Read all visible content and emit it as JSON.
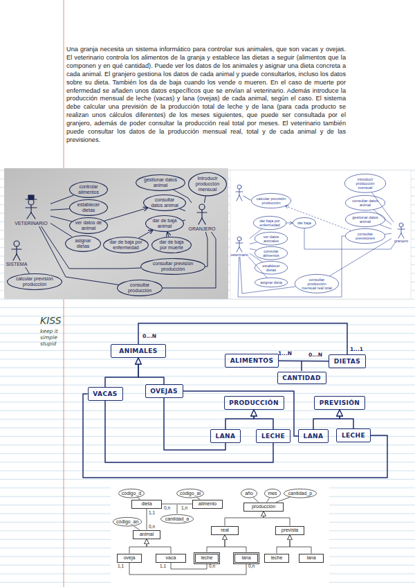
{
  "diagram": {
    "nodes": [
      {
        "text": [
          "VETERINARIO"
        ]
      },
      {
        "text": [
          "controlar alimentos"
        ]
      },
      {
        "text": [
          "establecer dietas"
        ]
      },
      {
        "text": [
          "ver datos de animal"
        ]
      },
      {
        "text": [
          "asignar dietas"
        ]
      },
      {
        "text": [
          "gestionar datos animal"
        ]
      },
      {
        "text": [
          "consultar datos animal"
        ]
      },
      {
        "text": [
          "Introducir producción mensual"
        ]
      },
      {
        "text": [
          "dar de baja animal"
        ]
      },
      {
        "text": [
          "GRANJERO"
        ]
      },
      {
        "text": [
          "dar de baja por enfermedad"
        ]
      },
      {
        "text": [
          "dar de baja por muerte"
        ]
      },
      {
        "text": [
          "consultar previsión producción"
        ]
      },
      {
        "text": [
          "SISTEMA"
        ]
      },
      {
        "text": [
          "calcular previsión producción"
        ]
      },
      {
        "text": [
          "consultar producción"
        ]
      },
      {
        "text": [
          "calcular previsión producción"
        ]
      },
      {
        "text": [
          "introducir producción mensual"
        ]
      },
      {
        "text": [
          "consultar datos animal"
        ]
      },
      {
        "text": [
          "gestionar datos animal"
        ]
      },
      {
        "text": [
          "dar baja por enfermedad"
        ]
      },
      {
        "text": [
          "dar baja"
        ]
      },
      {
        "text": [
          "consultar previsiones"
        ]
      },
      {
        "text": [
          "veterinario"
        ]
      },
      {
        "text": [
          "ver datos animales"
        ]
      },
      {
        "text": [
          "controlar alimentos"
        ]
      },
      {
        "text": [
          "establecer dietas"
        ]
      },
      {
        "text": [
          "asignar dieta"
        ]
      },
      {
        "text": [
          "granjero"
        ]
      },
      {
        "text": [
          "consultar producción mensual real total"
        ]
      },
      {
        "text": [
          "ANIMALES"
        ]
      },
      {
        "text": [
          "ALIMENTOS"
        ]
      },
      {
        "text": [
          "DIETAS"
        ]
      },
      {
        "text": [
          "CANTIDAD"
        ]
      },
      {
        "text": [
          "VACAS"
        ]
      },
      {
        "text": [
          "OVEJAS"
        ]
      },
      {
        "text": [
          "PRODUCCIÓN"
        ]
      },
      {
        "text": [
          "PREVISIÓN"
        ]
      },
      {
        "text": [
          "LANA"
        ]
      },
      {
        "text": [
          "LECHE"
        ]
      },
      {
        "text": [
          "LANA"
        ]
      },
      {
        "text": [
          "LECHE"
        ]
      },
      {
        "text": [
          "código_d"
        ]
      },
      {
        "text": [
          "código_al"
        ]
      },
      {
        "text": [
          "dieta"
        ]
      },
      {
        "text": [
          "alimento"
        ]
      },
      {
        "text": [
          "cantidad_a"
        ]
      },
      {
        "text": [
          "código_an"
        ]
      },
      {
        "text": [
          "animal"
        ]
      },
      {
        "text": [
          "oveja"
        ]
      },
      {
        "text": [
          "vaca"
        ]
      },
      {
        "text": [
          "año"
        ]
      },
      {
        "text": [
          "mes"
        ]
      },
      {
        "text": [
          "cantidad_p"
        ]
      },
      {
        "text": [
          "producción"
        ]
      },
      {
        "text": [
          "real"
        ]
      },
      {
        "text": [
          "prevista"
        ]
      },
      {
        "text": [
          "leche"
        ]
      },
      {
        "text": [
          "lana"
        ]
      },
      {
        "text": [
          "leche"
        ]
      },
      {
        "text": [
          "lana"
        ]
      }
    ],
    "edges": [
      {
        "from": 0,
        "to": 1,
        "arrow": "none"
      },
      {
        "from": 0,
        "to": 2,
        "arrow": "none"
      },
      {
        "from": 0,
        "to": 3,
        "arrow": "none"
      },
      {
        "from": 0,
        "to": 4,
        "arrow": "none"
      },
      {
        "from": 0,
        "to": 15,
        "arrow": "none"
      },
      {
        "from": 0,
        "to": 12,
        "arrow": "none"
      },
      {
        "from": 9,
        "to": 5,
        "arrow": "none"
      },
      {
        "from": 9,
        "to": 6,
        "arrow": "none"
      },
      {
        "from": 9,
        "to": 7,
        "arrow": "none"
      },
      {
        "from": 9,
        "to": 8,
        "arrow": "none"
      },
      {
        "from": 9,
        "to": 12,
        "arrow": "none"
      },
      {
        "from": 9,
        "to": 15,
        "arrow": "none"
      },
      {
        "from": 10,
        "to": 8,
        "arrow": "to"
      },
      {
        "from": 11,
        "to": 8,
        "arrow": "to"
      },
      {
        "from": 13,
        "to": 14,
        "arrow": "none"
      },
      {
        "from": 3,
        "to": 6,
        "arrow": "to"
      },
      {
        "from": 23,
        "to": 20,
        "arrow": "none"
      },
      {
        "from": 23,
        "to": 24,
        "arrow": "none"
      },
      {
        "from": 23,
        "to": 25,
        "arrow": "none"
      },
      {
        "from": 23,
        "to": 26,
        "arrow": "none"
      },
      {
        "from": 23,
        "to": 27,
        "arrow": "none"
      },
      {
        "from": 23,
        "to": 29,
        "arrow": "none"
      },
      {
        "from": 23,
        "to": 22,
        "arrow": "none"
      },
      {
        "from": 28,
        "to": 17,
        "arrow": "none"
      },
      {
        "from": 28,
        "to": 18,
        "arrow": "none"
      },
      {
        "from": 28,
        "to": 19,
        "arrow": "none"
      },
      {
        "from": 28,
        "to": 22,
        "arrow": "none"
      },
      {
        "from": 28,
        "to": 29,
        "arrow": "none"
      },
      {
        "from": 28,
        "to": 21,
        "arrow": "none"
      },
      {
        "from": 20,
        "to": 21,
        "arrow": "to"
      },
      {
        "from": 22,
        "to": 16,
        "arrow": "to"
      },
      {
        "from": 34,
        "to": 30,
        "arrow": "to"
      },
      {
        "from": 35,
        "to": 30,
        "arrow": "to"
      },
      {
        "from": 31,
        "to": 32,
        "arrow": "none"
      },
      {
        "from": 30,
        "to": 32,
        "arrow": "none"
      },
      {
        "from": 38,
        "to": 36,
        "arrow": "to"
      },
      {
        "from": 39,
        "to": 36,
        "arrow": "to"
      },
      {
        "from": 40,
        "to": 37,
        "arrow": "to"
      },
      {
        "from": 41,
        "to": 37,
        "arrow": "to"
      },
      {
        "from": 34,
        "to": 39,
        "arrow": "none"
      },
      {
        "from": 34,
        "to": 41,
        "arrow": "none"
      },
      {
        "from": 35,
        "to": 38,
        "arrow": "none"
      },
      {
        "from": 35,
        "to": 40,
        "arrow": "none"
      },
      {
        "from": 42,
        "to": 44,
        "arrow": "none"
      },
      {
        "from": 43,
        "to": 45,
        "arrow": "none"
      },
      {
        "from": 44,
        "to": 45,
        "arrow": "none"
      },
      {
        "from": 47,
        "to": 48,
        "arrow": "none"
      },
      {
        "from": 44,
        "to": 48,
        "arrow": "none"
      },
      {
        "from": 49,
        "to": 48,
        "arrow": "to"
      },
      {
        "from": 50,
        "to": 48,
        "arrow": "to"
      },
      {
        "from": 51,
        "to": 54,
        "arrow": "none"
      },
      {
        "from": 52,
        "to": 54,
        "arrow": "none"
      },
      {
        "from": 53,
        "to": 54,
        "arrow": "none"
      },
      {
        "from": 55,
        "to": 54,
        "arrow": "to"
      },
      {
        "from": 56,
        "to": 54,
        "arrow": "to"
      },
      {
        "from": 57,
        "to": 55,
        "arrow": "to"
      },
      {
        "from": 58,
        "to": 55,
        "arrow": "to"
      },
      {
        "from": 59,
        "to": 56,
        "arrow": "to"
      },
      {
        "from": 60,
        "to": 56,
        "arrow": "to"
      },
      {
        "from": 50,
        "to": 57,
        "arrow": "none"
      },
      {
        "from": 49,
        "to": 58,
        "arrow": "none"
      }
    ],
    "labels": [
      "Una granja necesita un sistema informático para controlar sus animales, que son vacas y ovejas. El veterinario controla los alimentos de la granja y establece las dietas a seguir (alimentos que la componen y en qué cantidad). Puede ver los datos de los animales y asignar una dieta concreta a cada animal. El granjero gestiona los datos de cada animal y puede consultarlos, incluso los datos sobre su dieta. También los da de baja cuando los vende o mueren. En el caso de muerte por enfermedad se añaden unos datos específicos que se envían al veterinario. Además introduce la producción mensual de leche (vacas) y lana (ovejas) de cada animal, según el caso. El sistema debe calcular una previsión de la producción total de leche y de lana (para cada producto se realizan unos cálculos diferentes) de los meses siguientes, que puede ser consultada por el granjero, además de poder consultar la producción real total por meses. El veterinario también puede consultar los datos de la producción mensual real, total y de cada animal y de las previsiones.",
      "KISS",
      "keep it simple stupid",
      "0...N",
      "1...N",
      "0...N",
      "1...1",
      "0,n",
      "1,n",
      "1,1",
      "0,n",
      "1,1",
      "1,1",
      "0,n",
      "0,n"
    ]
  }
}
